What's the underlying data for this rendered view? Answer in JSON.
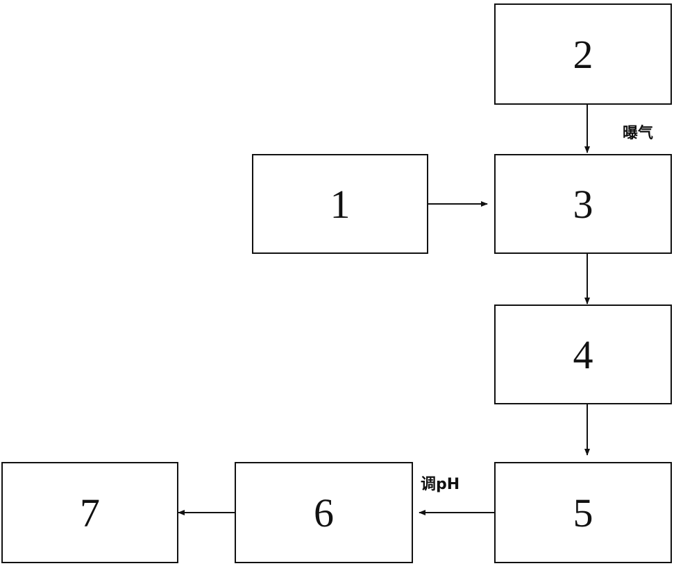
{
  "boxes": [
    {
      "id": "1",
      "label": "1"
    },
    {
      "id": "2",
      "label": "2"
    },
    {
      "id": "3",
      "label": "3"
    },
    {
      "id": "4",
      "label": "4"
    },
    {
      "id": "5",
      "label": "5"
    },
    {
      "id": "6",
      "label": "6"
    },
    {
      "id": "7",
      "label": "7"
    }
  ],
  "edges": [
    {
      "from": "2",
      "to": "3",
      "label": "曝气"
    },
    {
      "from": "1",
      "to": "3",
      "label": ""
    },
    {
      "from": "3",
      "to": "4",
      "label": ""
    },
    {
      "from": "4",
      "to": "5",
      "label": ""
    },
    {
      "from": "5",
      "to": "6",
      "label": "调pH"
    },
    {
      "from": "6",
      "to": "7",
      "label": ""
    }
  ]
}
